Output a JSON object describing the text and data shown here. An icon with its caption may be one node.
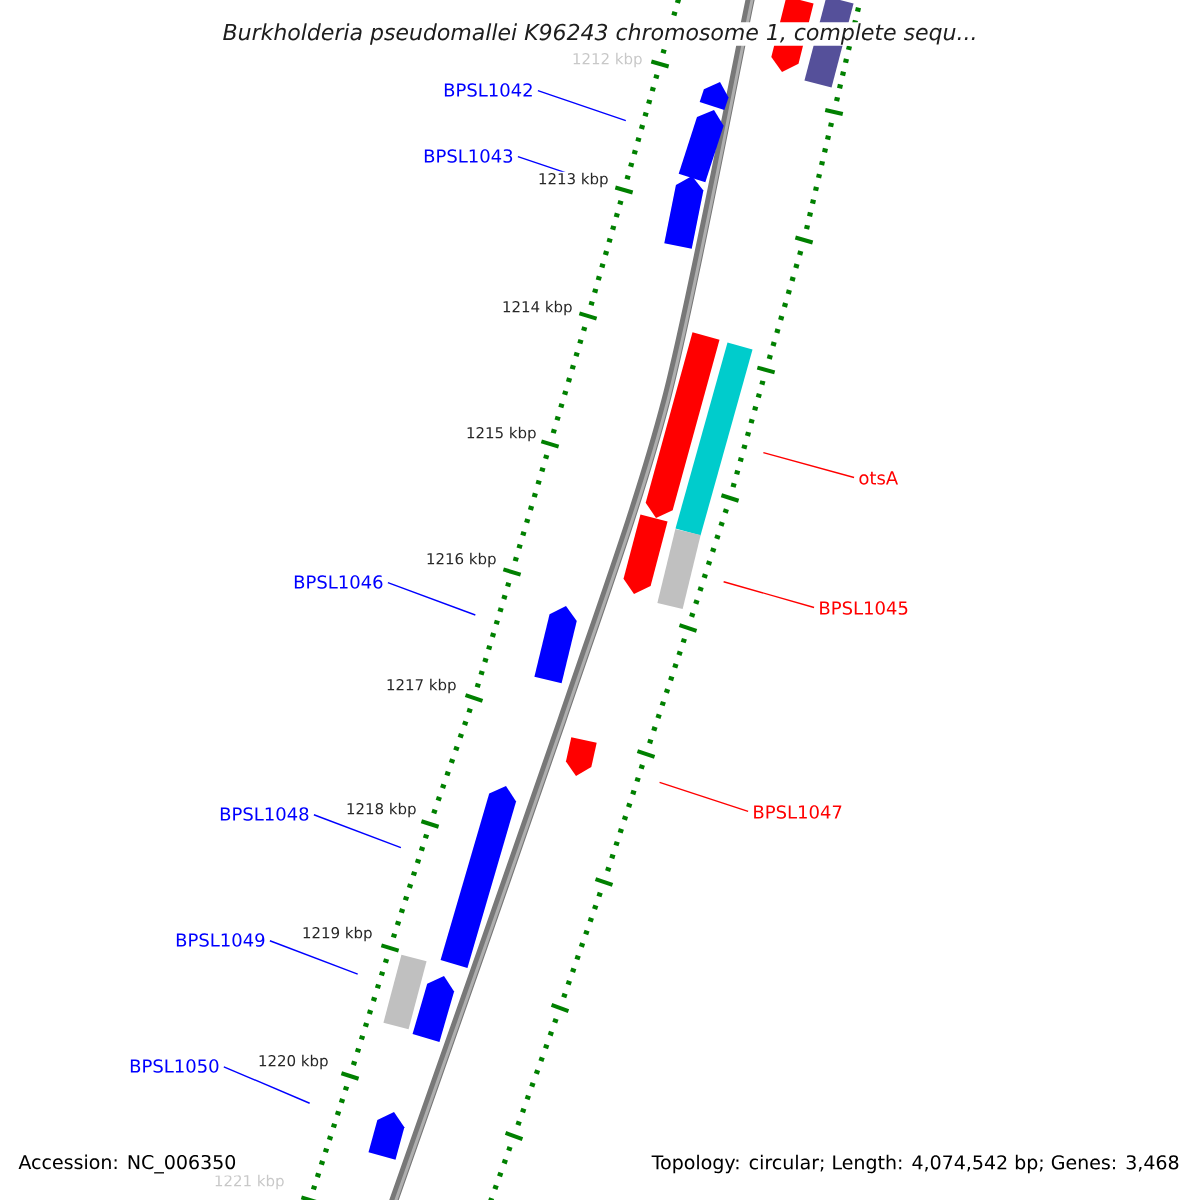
{
  "diagram": {
    "title": "*Burkholderia pseudomallei* K96243 chromosome 1, complete sequ...",
    "nodes": [
      {
        "text": [
          "BPSL1042"
        ]
      },
      {
        "text": [
          "BPSL1043"
        ]
      },
      {
        "text": [
          "otsA"
        ]
      },
      {
        "text": [
          "BPSL1045"
        ]
      },
      {
        "text": [
          "BPSL1046"
        ]
      },
      {
        "text": [
          "BPSL1047"
        ]
      },
      {
        "text": [
          "BPSL1048"
        ]
      },
      {
        "text": [
          "BPSL1049"
        ]
      },
      {
        "text": [
          "BPSL1050"
        ]
      },
      {
        "text": [],
        "shape": "arrow"
      },
      {
        "text": [],
        "shape": "bar"
      },
      {
        "text": [],
        "shape": "arrow"
      },
      {
        "text": [],
        "shape": "arrow"
      },
      {
        "text": [],
        "shape": "arrow"
      },
      {
        "text": [],
        "shape": "arrow"
      },
      {
        "text": [],
        "shape": "bar"
      },
      {
        "text": [],
        "shape": "arrow"
      },
      {
        "text": [],
        "shape": "bar"
      },
      {
        "text": [],
        "shape": "arrow"
      },
      {
        "text": [],
        "shape": "arrow"
      },
      {
        "text": [],
        "shape": "arrow"
      },
      {
        "text": [],
        "shape": "bar"
      },
      {
        "text": [],
        "shape": "arrow"
      },
      {
        "text": [],
        "shape": "arrow"
      }
    ],
    "edges": [
      {
        "from": 0,
        "to": 12,
        "arrow": "none"
      },
      {
        "from": 1,
        "to": 13,
        "arrow": "none"
      },
      {
        "from": 2,
        "to": 15,
        "arrow": "none",
        "color": "#ff0000"
      },
      {
        "from": 3,
        "to": 17,
        "arrow": "none",
        "color": "#ff0000"
      },
      {
        "from": 4,
        "to": 18,
        "arrow": "none"
      },
      {
        "from": 5,
        "to": 19,
        "arrow": "none",
        "color": "#ff0000"
      },
      {
        "from": 6,
        "to": 20,
        "arrow": "none"
      },
      {
        "from": 7,
        "to": 21,
        "arrow": "none"
      },
      {
        "from": 8,
        "to": 23,
        "arrow": "none"
      }
    ],
    "labels": [
      "1212 kbp",
      "1213 kbp",
      "1214 kbp",
      "1215 kbp",
      "1216 kbp",
      "1217 kbp",
      "1218 kbp",
      "1219 kbp",
      "1220 kbp",
      "1221 kbp",
      "Accession: NC_006350",
      "Topology: circular; Length: 4,074,542 bp; Genes: 3,468"
    ]
  }
}
